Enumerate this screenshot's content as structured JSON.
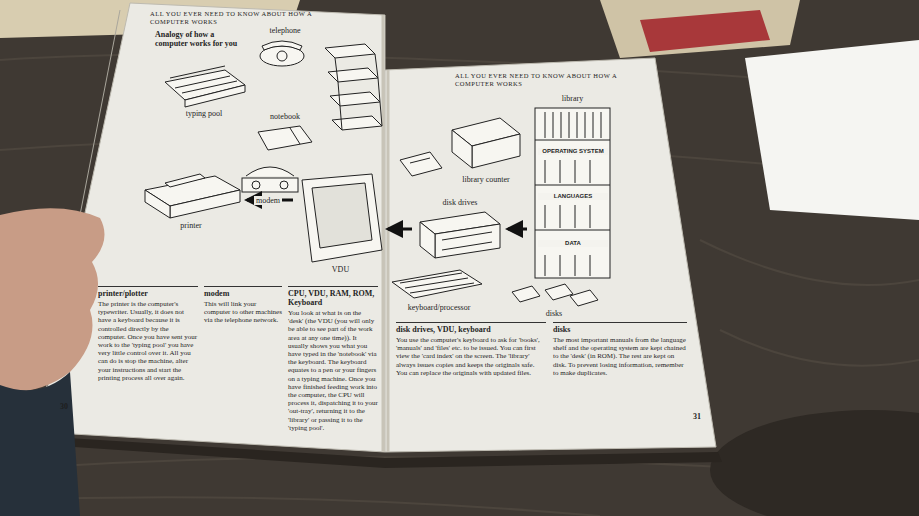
{
  "diagram": {
    "title": "Analogy of how a computer works for you",
    "nodes": [
      {
        "text": [
          "telephone"
        ]
      },
      {
        "text": [
          "typing pool"
        ]
      },
      {
        "text": [
          "notebook"
        ]
      },
      {
        "text": [
          "modem"
        ]
      },
      {
        "text": [
          "printer"
        ]
      },
      {
        "text": [
          "VDU"
        ]
      },
      {
        "text": [
          "printer/plotter",
          "The printer is the computer's typewriter. Usually, it does not have a keyboard because it is controlled directly by the computer. Once you have sent your work to the 'typing pool' you have very little control over it. All you can do is stop the machine, alter your instructions and start the printing process all over again."
        ]
      },
      {
        "text": [
          "modem",
          "This will link your computer to other machines via the telephone network."
        ]
      },
      {
        "text": [
          "CPU, VDU, RAM, ROM, Keyboard",
          "You look at what is on the 'desk' (the VDU (you will only be able to see part of the work area at any one time)). It usually shows you what you have typed in the 'notebook' via the keyboard. The keyboard equates to a pen or your fingers on a typing machine. Once you have finished feeding work into the computer, the CPU will process it, dispatching it to your 'out-tray', returning it to the 'library' or passing it to the 'typing pool'."
        ]
      },
      {
        "text": [
          "library counter"
        ]
      },
      {
        "text": [
          "library"
        ]
      },
      {
        "text": [
          "disk drives"
        ]
      },
      {
        "text": [
          "keyboard/processor"
        ]
      },
      {
        "text": [
          "disks"
        ]
      },
      {
        "text": [
          "disk drives, VDU, keyboard",
          "You use the computer's keyboard to ask for 'books', 'manuals' and 'files' etc. to be issued. You can first view the 'card index' on the screen. The 'library' always issues copies and keeps the originals safe. You can replace the originals with updated files."
        ]
      },
      {
        "text": [
          "disks",
          "The most important manuals from the language shelf and the operating system are kept chained to the 'desk' (in ROM). The rest are kept on disk. To prevent losing information, remember to make duplicates."
        ]
      }
    ],
    "edges": [
      {
        "from": 5,
        "to": 4,
        "arrow": "to"
      },
      {
        "from": 11,
        "to": 5,
        "arrow": "to"
      },
      {
        "from": 10,
        "to": 11,
        "arrow": "to"
      }
    ],
    "labels": [
      "ALL YOU EVER NEED TO KNOW ABOUT HOW A COMPUTER WORKS",
      "ALL YOU EVER NEED TO KNOW ABOUT HOW A COMPUTER WORKS",
      "30",
      "31",
      "OPERATING SYSTEM",
      "LANGUAGES",
      "DATA"
    ]
  }
}
